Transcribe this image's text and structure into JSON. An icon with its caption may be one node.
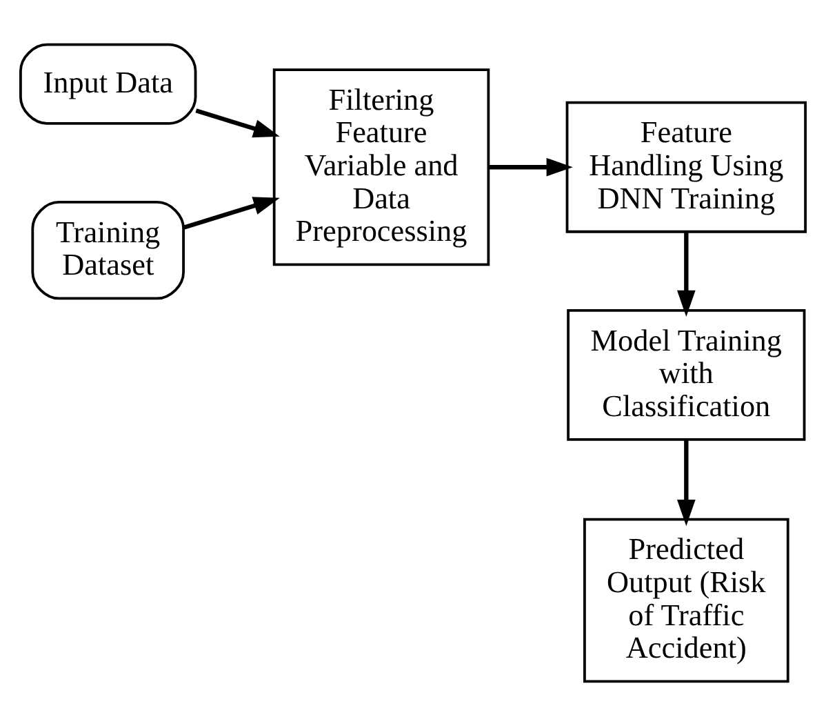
{
  "diagram": {
    "nodes": [
      {
        "text": [
          "Input Data"
        ]
      },
      {
        "text": [
          "Training Dataset"
        ]
      },
      {
        "text": [
          "Filtering Feature Variable and Data Preprocessing"
        ]
      },
      {
        "text": [
          "Feature Handling Using DNN Training"
        ]
      },
      {
        "text": [
          "Model Training with Classification"
        ]
      },
      {
        "text": [
          "Predicted Output (Risk of Traffic Accident)"
        ]
      }
    ],
    "edges": [
      {
        "from": 0,
        "to": 2,
        "arrow": "to"
      },
      {
        "from": 1,
        "to": 2,
        "arrow": "to"
      },
      {
        "from": 2,
        "to": 3,
        "arrow": "to"
      },
      {
        "from": 3,
        "to": 4,
        "arrow": "to"
      },
      {
        "from": 4,
        "to": 5,
        "arrow": "to"
      }
    ]
  }
}
